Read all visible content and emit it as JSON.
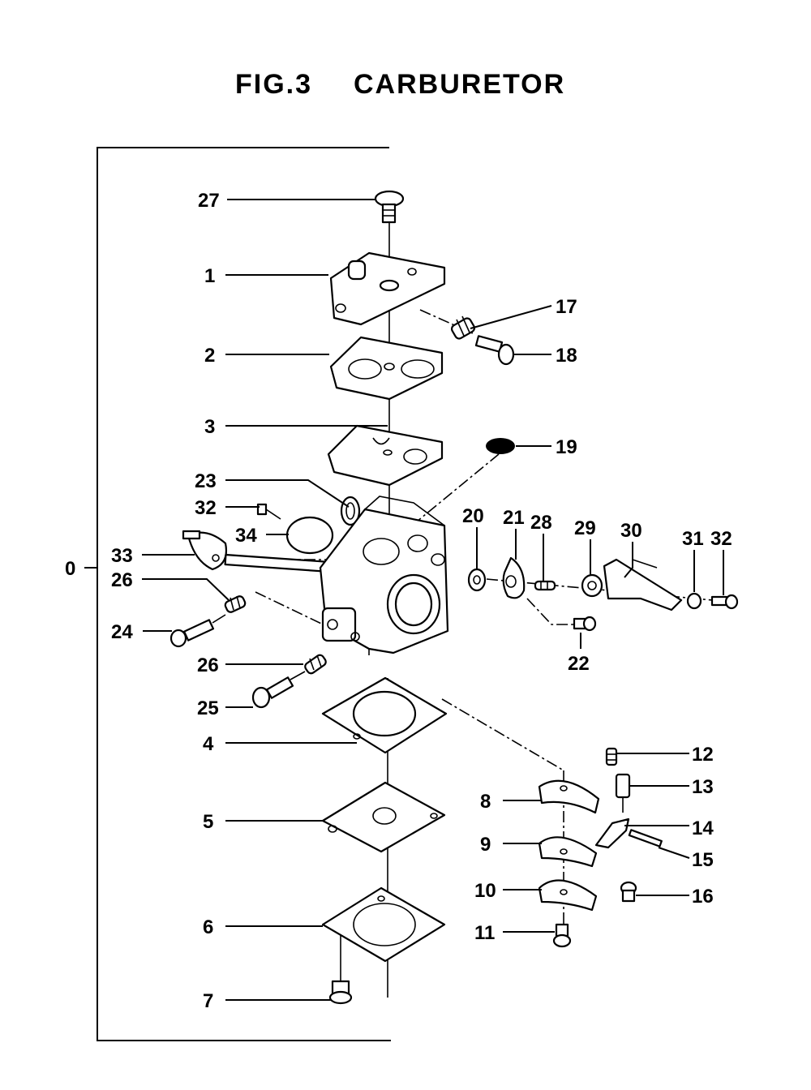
{
  "figure": {
    "fig_label": "FIG.3",
    "title": "CARBURETOR",
    "bracket_label": "0"
  },
  "callouts": {
    "c1": "1",
    "c2": "2",
    "c3": "3",
    "c4": "4",
    "c5": "5",
    "c6": "6",
    "c7": "7",
    "c8": "8",
    "c9": "9",
    "c10": "10",
    "c11": "11",
    "c12": "12",
    "c13": "13",
    "c14": "14",
    "c15": "15",
    "c16": "16",
    "c17": "17",
    "c18": "18",
    "c19": "19",
    "c20": "20",
    "c21": "21",
    "c22": "22",
    "c23": "23",
    "c24": "24",
    "c25": "25",
    "c26a": "26",
    "c26b": "26",
    "c27": "27",
    "c28": "28",
    "c29": "29",
    "c30": "30",
    "c31": "31",
    "c32a": "32",
    "c32b": "32",
    "c33": "33",
    "c34": "34"
  }
}
